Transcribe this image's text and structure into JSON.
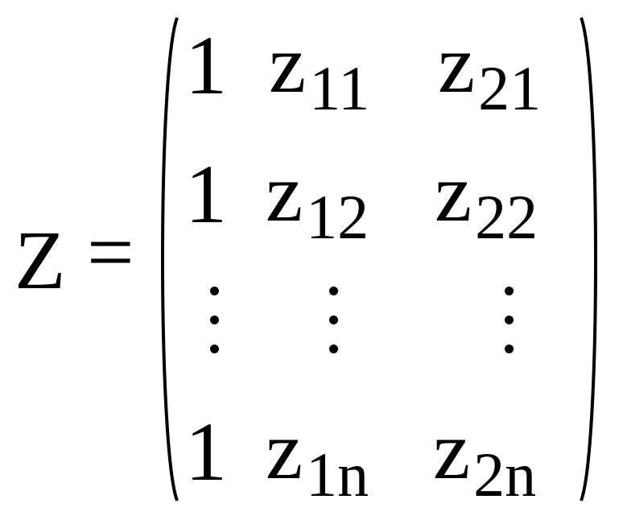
{
  "equation": {
    "lhs_symbol": "Z",
    "equals": "=",
    "matrix": {
      "rows": [
        [
          "1",
          "z",
          "11",
          "z",
          "21"
        ],
        [
          "1",
          "z",
          "12",
          "z",
          "22"
        ],
        [
          "⋮",
          "⋮",
          "⋮"
        ],
        [
          "1",
          "z",
          "1n",
          "z",
          "2n"
        ]
      ],
      "r1c1": "1",
      "r1c2_base": "z",
      "r1c2_sub": "11",
      "r1c3_base": "z",
      "r1c3_sub": "21",
      "r2c1": "1",
      "r2c2_base": "z",
      "r2c2_sub": "12",
      "r2c3_base": "z",
      "r2c3_sub": "22",
      "r4c1": "1",
      "r4c2_base": "z",
      "r4c2_sub": "1n",
      "r4c3_base": "z",
      "r4c3_sub": "2n"
    }
  }
}
